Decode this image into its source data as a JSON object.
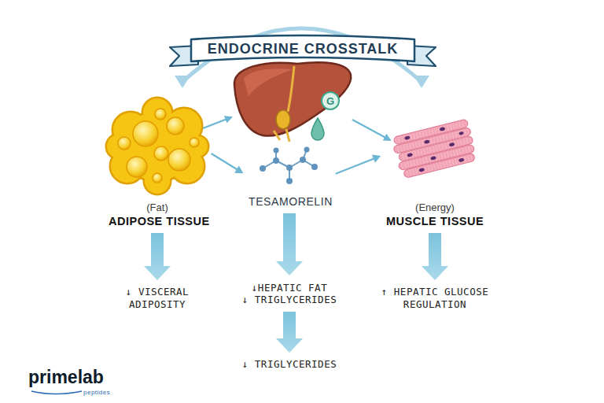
{
  "diagram": {
    "title": "ENDOCRINE CROSSTALK",
    "nodes": [
      {
        "text": [
          "(Fat)",
          "ADIPOSE TISSUE"
        ]
      },
      {
        "text": [
          "G"
        ]
      },
      {
        "text": [
          "TESAMORELIN"
        ]
      },
      {
        "text": [
          "(Energy)",
          "MUSCLE TISSUE"
        ]
      },
      {
        "text": [
          "↓ VISCERAL ADIPOSITY"
        ]
      },
      {
        "text": [
          "↓HEPATIC FAT",
          "↓ TRIGLYCERIDES"
        ]
      },
      {
        "text": [
          "↑ HEPATIC GLUCOSE REGULATION"
        ]
      },
      {
        "text": [
          "↓ TRIGLYCERIDES"
        ]
      }
    ],
    "edges": [
      {
        "from": 0,
        "to": 2,
        "arrow": "to"
      },
      {
        "from": 2,
        "to": 3,
        "arrow": "to"
      },
      {
        "from": 0,
        "to": 4,
        "arrow": "to"
      },
      {
        "from": 2,
        "to": 5,
        "arrow": "to"
      },
      {
        "from": 3,
        "to": 6,
        "arrow": "to"
      },
      {
        "from": 5,
        "to": 7,
        "arrow": "to"
      }
    ],
    "labels": [
      "primelab",
      "peptides"
    ]
  }
}
